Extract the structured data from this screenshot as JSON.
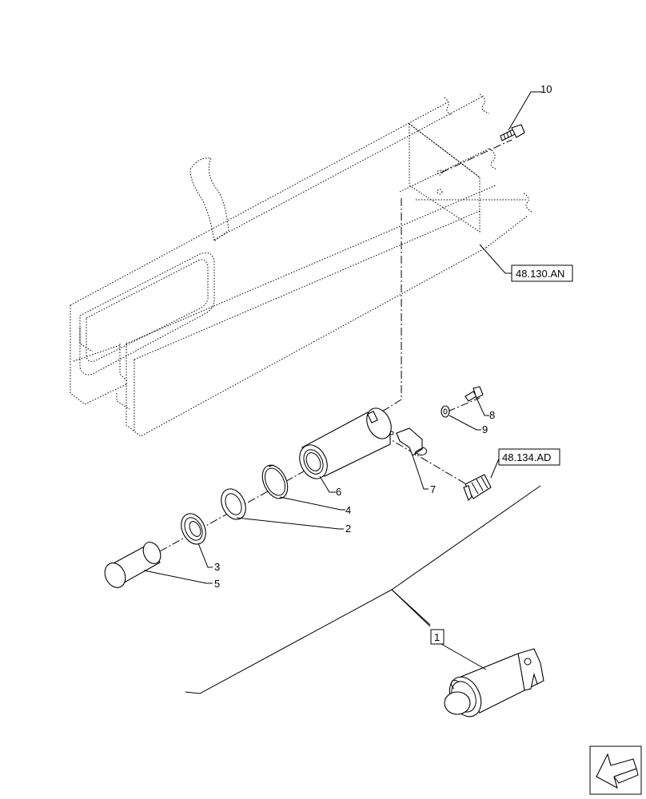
{
  "callouts": {
    "p1": "1",
    "p2": "2",
    "p3": "3",
    "p4": "4",
    "p5": "5",
    "p6": "6",
    "p7": "7",
    "p8": "8",
    "p9": "9",
    "p10": "10"
  },
  "references": {
    "frame_ref": "48.130.AN",
    "fitting_ref": "48.134.AD"
  },
  "icons": {
    "nav": "arrow-left-icon"
  }
}
